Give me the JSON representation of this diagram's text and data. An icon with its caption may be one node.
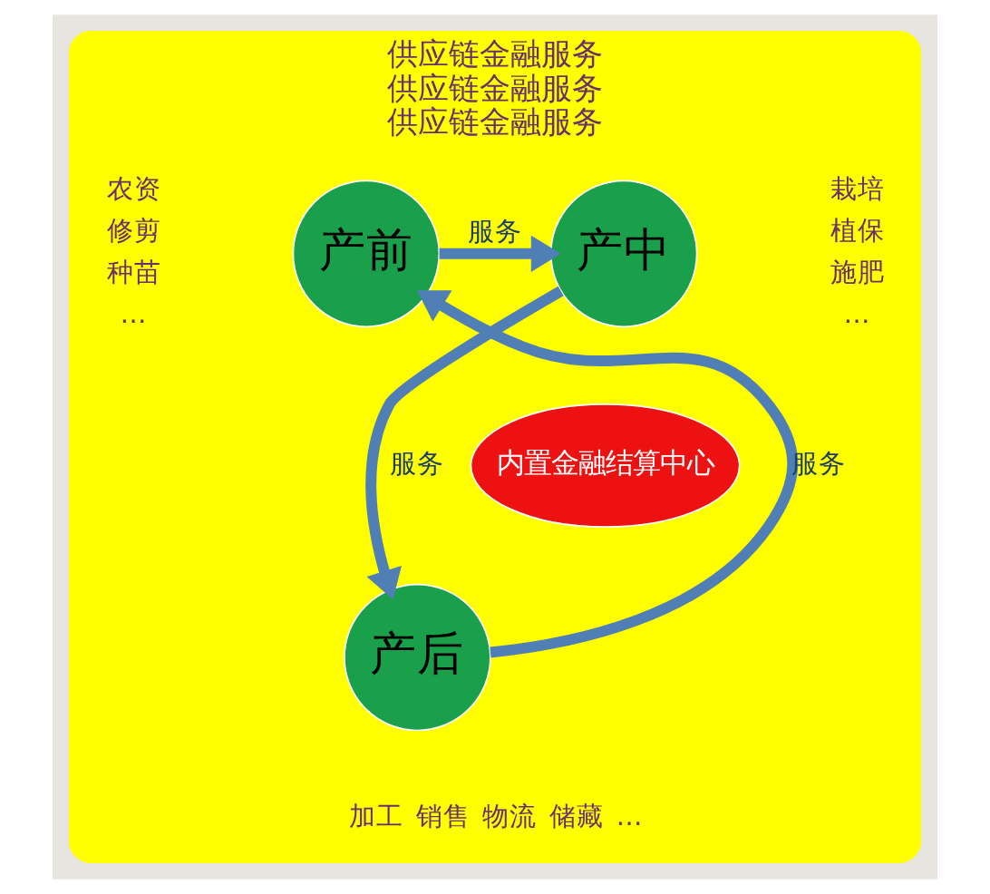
{
  "diagram": {
    "nodes": [
      {
        "text": [
          "供应链金融服务",
          "供应链金融服务",
          "供应链金融服务"
        ]
      },
      {
        "text": [
          "产前"
        ],
        "in": 0
      },
      {
        "text": [
          "产中"
        ],
        "in": 0
      },
      {
        "text": [
          "内置金融结算中心"
        ],
        "in": 0
      },
      {
        "text": [
          "产后"
        ],
        "in": 0
      }
    ],
    "edges": [
      {
        "from": 1,
        "to": 2,
        "arrow": "to",
        "label": "服务"
      },
      {
        "from": 2,
        "to": 4,
        "arrow": "to",
        "label": "服务"
      },
      {
        "from": 4,
        "to": 1,
        "arrow": "to",
        "label": "服务"
      }
    ],
    "labels": [
      "农资",
      "修剪",
      "种苗",
      "…",
      "栽培",
      "植保",
      "施肥",
      "…",
      "加工",
      "销售",
      "物流",
      "储藏",
      "…"
    ]
  }
}
